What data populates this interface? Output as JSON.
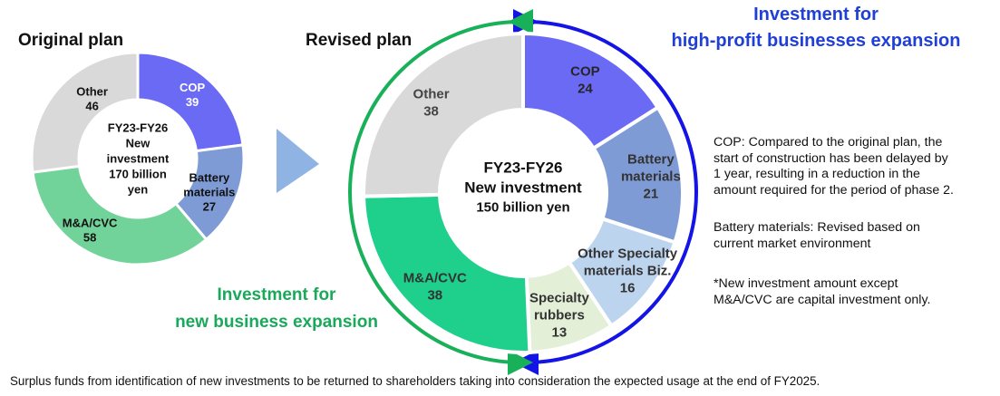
{
  "headings": {
    "original": "Original plan",
    "revised": "Revised plan",
    "high_profit": [
      "Investment for",
      "high-profit businesses expansion"
    ],
    "new_business": [
      "Investment for",
      "new business expansion"
    ]
  },
  "notes": {
    "cop": [
      "COP: Compared to the original plan, the",
      "start of construction has been delayed by",
      "1 year, resulting in a reduction in the",
      "amount required for the period of phase 2."
    ],
    "battery": [
      "Battery materials: Revised based on",
      "current market environment"
    ],
    "asterisk": [
      "*New investment amount except",
      "M&A/CVC are capital investment only."
    ]
  },
  "footer": "Surplus funds from identification of new investments to be returned to shareholders taking into consideration the expected usage at the end of FY2025.",
  "colors": {
    "cop": "#6a6af5",
    "battery": "#7f9bd5",
    "other_specialty": "#bcd4ee",
    "specialty_rubbers": "#e3efd7",
    "ma_cvc_original": "#72d39a",
    "ma_cvc_revised": "#1fcf8c",
    "other": "#d9d9d9",
    "arrow_blue": "#1414e6",
    "arrow_green": "#19b05a",
    "triangle": "#8fb4e3"
  },
  "chart_data": [
    {
      "type": "pie",
      "title": "Original plan",
      "center_label": [
        "FY23-FY26",
        "New",
        "investment",
        "170 billion",
        "yen"
      ],
      "slices": [
        {
          "label": [
            "COP"
          ],
          "value": 39,
          "color": "#6a6af5",
          "text_color": "#ffffff"
        },
        {
          "label": [
            "Battery",
            "materials"
          ],
          "value": 27,
          "color": "#7f9bd5",
          "text_color": "#111111"
        },
        {
          "label": [
            "M&A/CVC"
          ],
          "value": 58,
          "color": "#72d39a",
          "text_color": "#111111"
        },
        {
          "label": [
            "Other"
          ],
          "value": 46,
          "color": "#d9d9d9",
          "text_color": "#111111"
        }
      ]
    },
    {
      "type": "pie",
      "title": "Revised plan",
      "center_label": [
        "FY23-FY26",
        "New investment",
        "150 billion yen"
      ],
      "slices": [
        {
          "label": [
            "COP"
          ],
          "value": 24,
          "color": "#6a6af5",
          "text_color": "#262626"
        },
        {
          "label": [
            "Battery",
            "materials"
          ],
          "value": 21,
          "color": "#7f9bd5",
          "text_color": "#333333"
        },
        {
          "label": [
            "Other Specialty",
            "materials Biz."
          ],
          "value": 16,
          "color": "#bcd4ee",
          "text_color": "#333333"
        },
        {
          "label": [
            "Specialty",
            "rubbers"
          ],
          "value": 13,
          "color": "#e3efd7",
          "text_color": "#333333"
        },
        {
          "label": [
            "M&A/CVC"
          ],
          "value": 38,
          "color": "#1fcf8c",
          "text_color": "#333333"
        },
        {
          "label": [
            "Other"
          ],
          "value": 38,
          "color": "#d9d9d9",
          "text_color": "#444444"
        }
      ]
    }
  ]
}
